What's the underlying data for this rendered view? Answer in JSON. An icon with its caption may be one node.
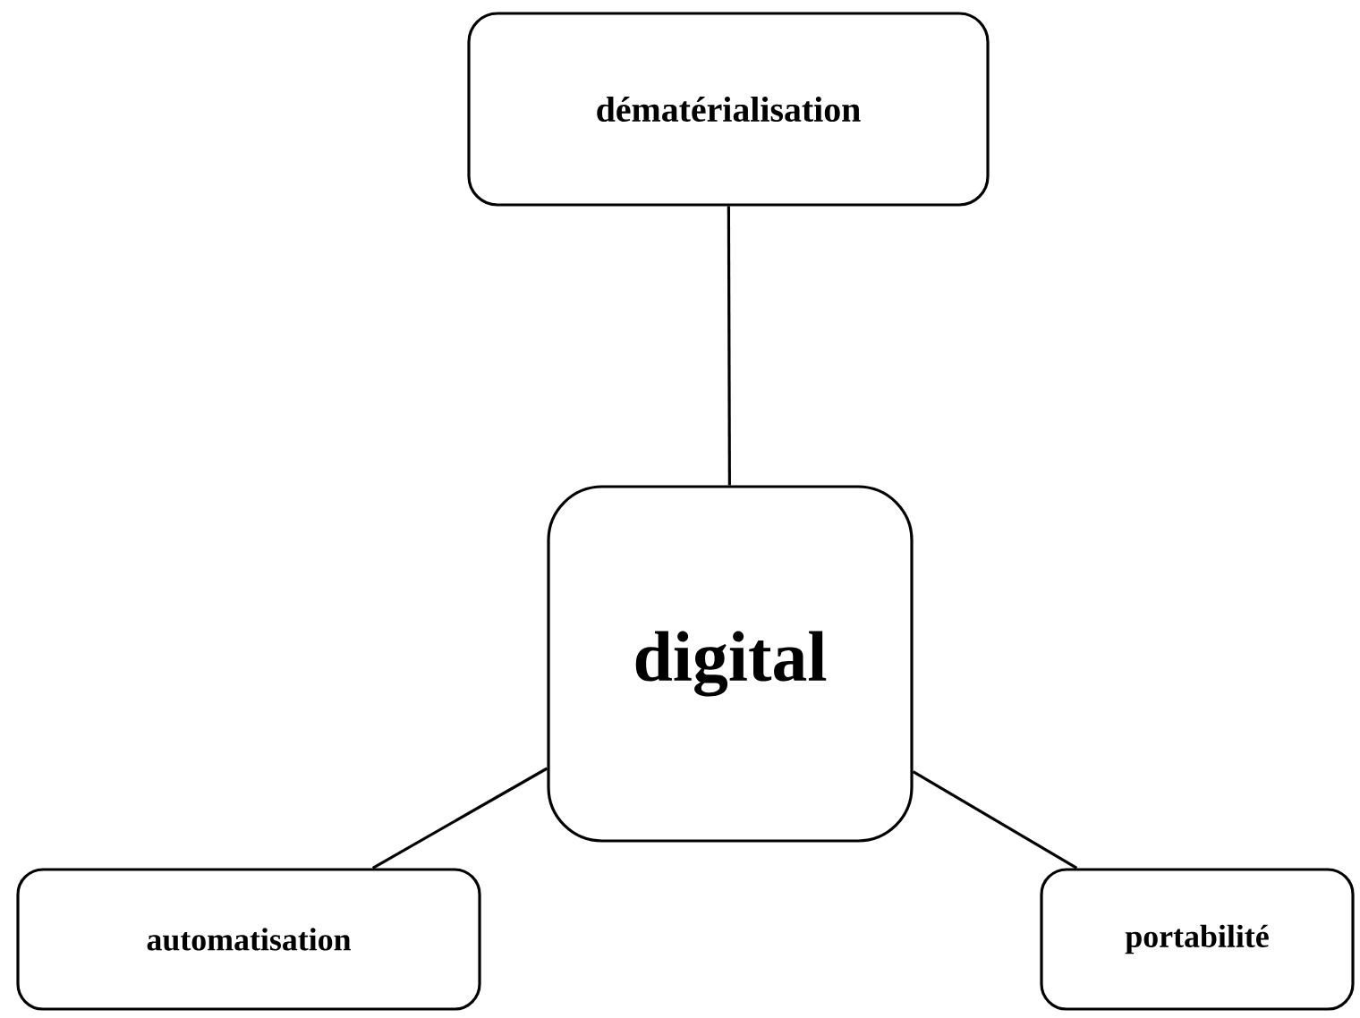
{
  "diagram": {
    "nodes": [
      {
        "text": [
          "dématérialisation"
        ]
      },
      {
        "text": [
          "digital"
        ]
      },
      {
        "text": [
          "automatisation"
        ]
      },
      {
        "text": [
          "portabilité"
        ]
      }
    ],
    "edges": [
      {
        "from": 1,
        "to": 0,
        "arrow": "none"
      },
      {
        "from": 1,
        "to": 2,
        "arrow": "none"
      },
      {
        "from": 1,
        "to": 3,
        "arrow": "none"
      }
    ]
  }
}
